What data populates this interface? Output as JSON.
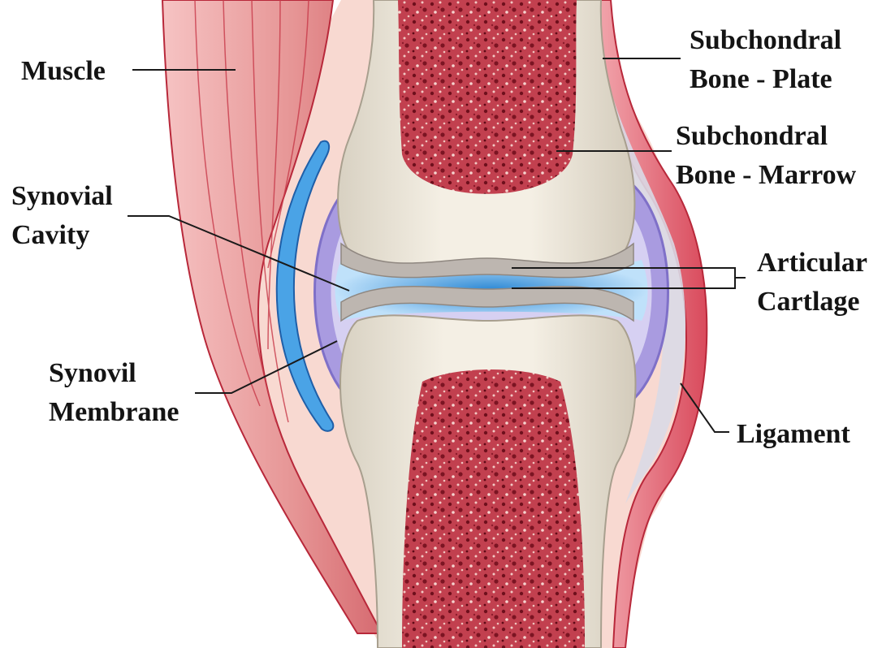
{
  "labels": {
    "muscle": "Muscle",
    "subchondral_plate": [
      "Subchondral",
      "Bone - Plate"
    ],
    "subchondral_marrow": [
      "Subchondral",
      "Bone - Marrow"
    ],
    "synovial_cavity": [
      "Synovial",
      "Cavity"
    ],
    "articular_cartilage": [
      "Articular",
      "Cartlage"
    ],
    "synovial_membrane": [
      "Synovil",
      "Membrane"
    ],
    "ligament": "Ligament"
  },
  "colors": {
    "muscle": "#e88a8a",
    "muscle_outline": "#b8283a",
    "ligament": "#e25a6a",
    "bone": "#efe9dc",
    "bone_shadow": "#c9c1b3",
    "marrow": "#b83040",
    "marrow_dark": "#6e0f1c",
    "cartilage": "#c3bcb6",
    "membrane": "#9c8fd8",
    "cavity": "#4aa3e6",
    "capsule": "#f6d1c9",
    "leader": "#1a1a1a"
  }
}
